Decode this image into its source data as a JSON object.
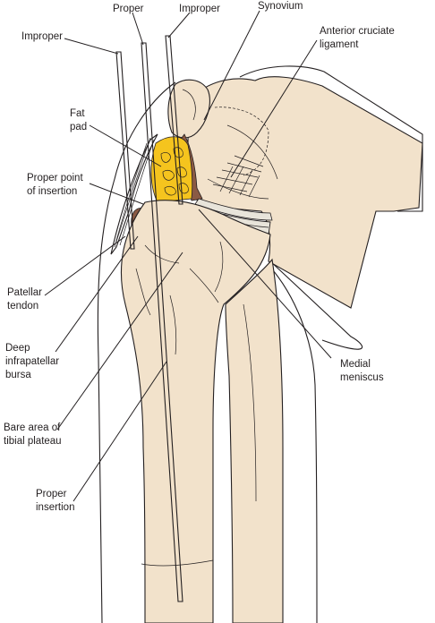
{
  "labels": {
    "proper_top": "Proper",
    "improper_top_right": "Improper",
    "synovium": "Synovium",
    "improper_left": "Improper",
    "acl_line1": "Anterior cruciate",
    "acl_line2": "ligament",
    "fat_pad_line1": "Fat",
    "fat_pad_line2": "pad",
    "proper_point_line1": "Proper point",
    "proper_point_line2": "of insertion",
    "patellar_tendon_line1": "Patellar",
    "patellar_tendon_line2": "tendon",
    "deep_bursa_line1": "Deep",
    "deep_bursa_line2": "infrapatellar",
    "deep_bursa_line3": "bursa",
    "medial_meniscus_line1": "Medial",
    "medial_meniscus_line2": "meniscus",
    "bare_area_line1": "Bare area of",
    "bare_area_line2": "tibial plateau",
    "proper_insertion_line1": "Proper",
    "proper_insertion_line2": "insertion"
  },
  "colors": {
    "bone_fill": "#f2e2cb",
    "cartilage": "#e8e4da",
    "fat_pad": "#f5c41e",
    "synovium_brown": "#8a5a44",
    "line": "#231f20"
  }
}
